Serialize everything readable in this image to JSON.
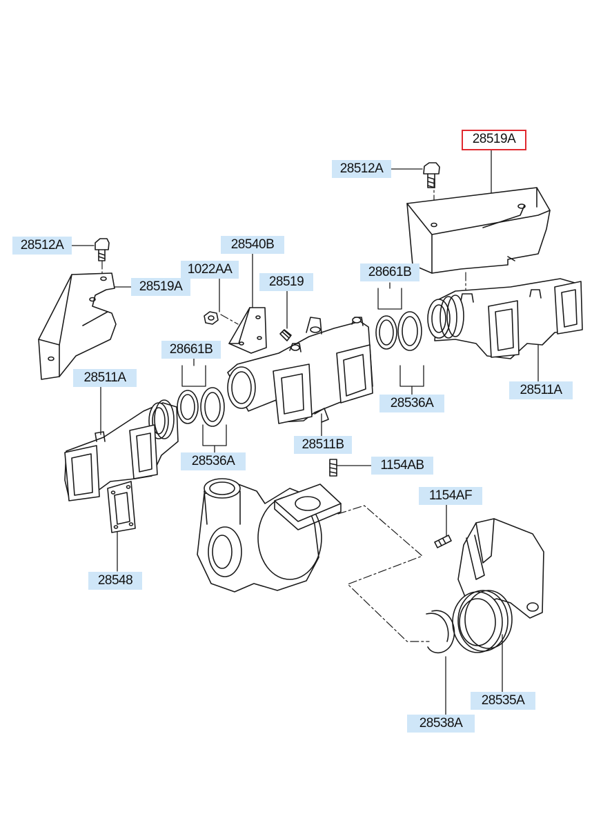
{
  "labels": {
    "p28519A_top": "28519A",
    "p28512A_top": "28512A",
    "p28512A_left": "28512A",
    "p28540B": "28540B",
    "p1022AA": "1022AA",
    "p28519": "28519",
    "p28519A_left": "28519A",
    "p28661B_right": "28661B",
    "p28661B_left": "28661B",
    "p28511A_left": "28511A",
    "p28511A_right": "28511A",
    "p28536A_right": "28536A",
    "p28536A_left": "28536A",
    "p28511B": "28511B",
    "p1154AB": "1154AB",
    "p1154AF": "1154AF",
    "p28548": "28548",
    "p28535A": "28535A",
    "p28538A": "28538A"
  },
  "selected_part": "28519A",
  "colors": {
    "label_bg": "#cfe6f8",
    "selected_border": "#e0282e",
    "line": "#1a1a1a"
  }
}
